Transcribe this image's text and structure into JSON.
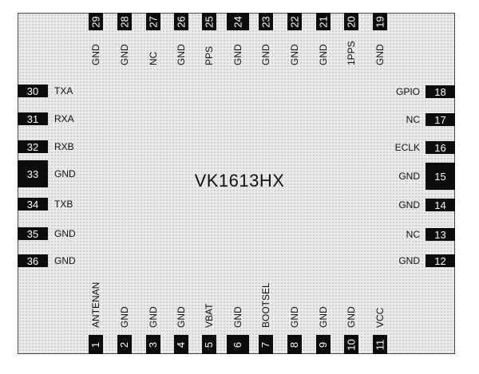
{
  "chip_title": "VK1613HX",
  "pins": {
    "top": [
      {
        "num": "29",
        "name": "GND"
      },
      {
        "num": "28",
        "name": "GND"
      },
      {
        "num": "27",
        "name": "NC"
      },
      {
        "num": "26",
        "name": "GND"
      },
      {
        "num": "25",
        "name": "PPS"
      },
      {
        "num": "24",
        "name": "GND"
      },
      {
        "num": "23",
        "name": "GND"
      },
      {
        "num": "22",
        "name": "GND"
      },
      {
        "num": "21",
        "name": "GND"
      },
      {
        "num": "20",
        "name": "1PPS"
      },
      {
        "num": "19",
        "name": "GND"
      }
    ],
    "bottom": [
      {
        "num": "1",
        "name": "ANTENAN"
      },
      {
        "num": "2",
        "name": "GND"
      },
      {
        "num": "3",
        "name": "GND"
      },
      {
        "num": "4",
        "name": "GND"
      },
      {
        "num": "5",
        "name": "VBAT"
      },
      {
        "num": "6",
        "name": "GND"
      },
      {
        "num": "7",
        "name": "BOOTSEL"
      },
      {
        "num": "8",
        "name": "GND"
      },
      {
        "num": "9",
        "name": "GND"
      },
      {
        "num": "10",
        "name": "GND"
      },
      {
        "num": "11",
        "name": "VCC"
      }
    ],
    "left": [
      {
        "num": "30",
        "name": "TXA"
      },
      {
        "num": "31",
        "name": "RXA"
      },
      {
        "num": "32",
        "name": "RXB"
      },
      {
        "num": "33",
        "name": "GND"
      },
      {
        "num": "34",
        "name": "TXB"
      },
      {
        "num": "35",
        "name": "GND"
      },
      {
        "num": "36",
        "name": "GND"
      }
    ],
    "right": [
      {
        "num": "18",
        "name": "GPIO"
      },
      {
        "num": "17",
        "name": "NC"
      },
      {
        "num": "16",
        "name": "ECLK"
      },
      {
        "num": "15",
        "name": "GND"
      },
      {
        "num": "14",
        "name": "GND"
      },
      {
        "num": "13",
        "name": "NC"
      },
      {
        "num": "12",
        "name": "GND"
      }
    ]
  }
}
